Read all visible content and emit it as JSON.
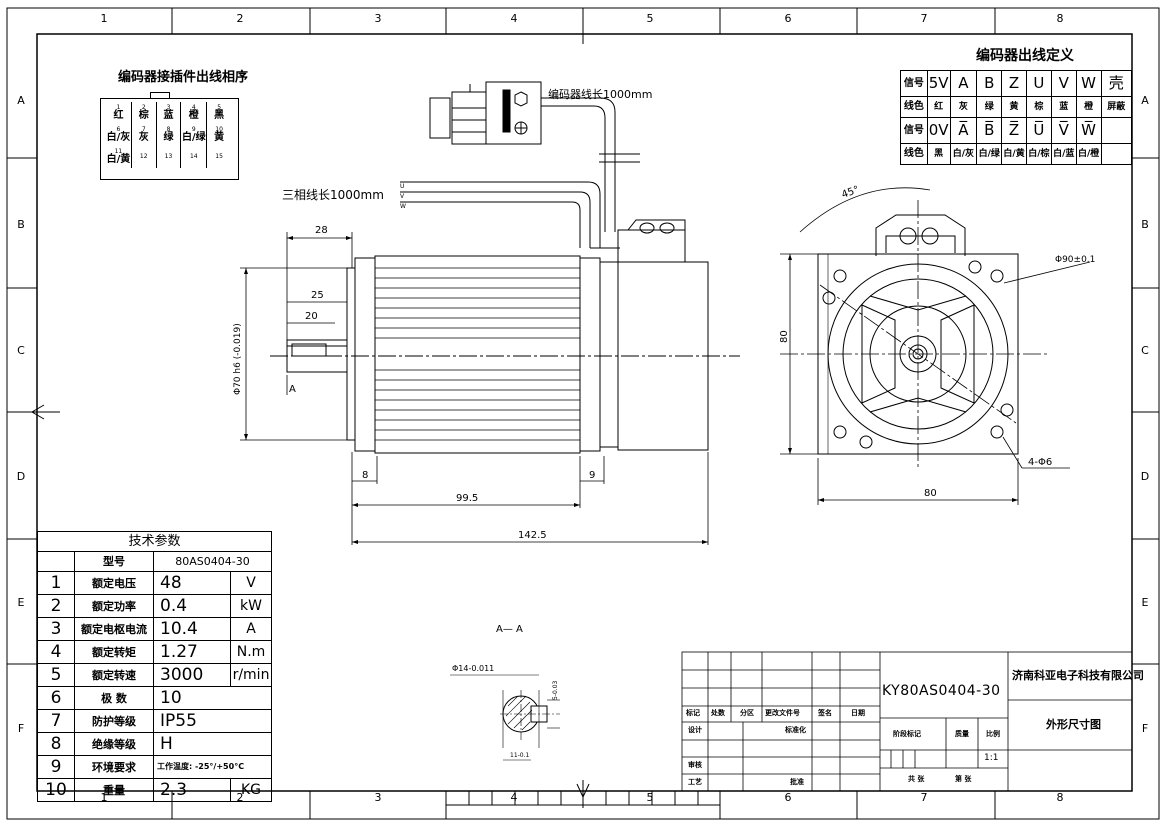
{
  "frame": {
    "col_labels": [
      "1",
      "2",
      "3",
      "4",
      "5",
      "6",
      "7",
      "8"
    ],
    "row_labels": [
      "A",
      "B",
      "C",
      "D",
      "E",
      "F"
    ]
  },
  "connector": {
    "title": "编码器接插件出线相序",
    "rows": [
      [
        {
          "n": "1",
          "c": "红"
        },
        {
          "n": "2",
          "c": "棕"
        },
        {
          "n": "3",
          "c": "蓝"
        },
        {
          "n": "4",
          "c": "橙"
        },
        {
          "n": "5",
          "c": "黑"
        }
      ],
      [
        {
          "n": "6",
          "c": "白/灰"
        },
        {
          "n": "7",
          "c": "灰"
        },
        {
          "n": "8",
          "c": "绿"
        },
        {
          "n": "9",
          "c": "白/绿"
        },
        {
          "n": "10",
          "c": "黄"
        }
      ],
      [
        {
          "n": "11",
          "c": "白/黄"
        },
        {
          "n": "12",
          "c": ""
        },
        {
          "n": "13",
          "c": ""
        },
        {
          "n": "14",
          "c": ""
        },
        {
          "n": "15",
          "c": ""
        }
      ]
    ]
  },
  "encoder_def": {
    "title": "编码器出线定义",
    "rows": [
      [
        "信号",
        "5V",
        "A",
        "B",
        "Z",
        "U",
        "V",
        "W",
        "壳"
      ],
      [
        "线色",
        "红",
        "灰",
        "绿",
        "黄",
        "棕",
        "蓝",
        "橙",
        "屏蔽"
      ],
      [
        "信号",
        "0V",
        "A̅",
        "B̅",
        "Z̅",
        "U̅",
        "V̅",
        "W̅",
        ""
      ],
      [
        "线色",
        "黑",
        "白/灰",
        "白/绿",
        "白/黄",
        "白/棕",
        "白/蓝",
        "白/橙",
        ""
      ]
    ]
  },
  "labels": {
    "encoder_cable": "编码器线长1000mm",
    "phase_cable": "三相线长1000mm",
    "section": "A— A",
    "section_mark": "A",
    "phase_letters": [
      "U",
      "V",
      "W"
    ]
  },
  "dims": {
    "d28": "28",
    "d25": "25",
    "d20": "20",
    "d70": "Φ70 h6 (-0.019)",
    "d8": "8",
    "d9": "9",
    "d99": "99.5",
    "d142": "142.5",
    "d80v": "80",
    "d80h": "80",
    "d90": "Φ90±0.1",
    "d45": "45°",
    "holes": "4-Φ6",
    "shaft": "Φ14-0.011",
    "key": "5-0.03",
    "keyh": "11-0.1"
  },
  "tech": {
    "title": "技术参数",
    "model_label": "型号",
    "model_value": "80AS0404-30",
    "rows": [
      {
        "no": "1",
        "name": "额定电压",
        "value": "48",
        "unit": "V"
      },
      {
        "no": "2",
        "name": "额定功率",
        "value": "0.4",
        "unit": "kW"
      },
      {
        "no": "3",
        "name": "额定电枢电流",
        "value": "10.4",
        "unit": "A"
      },
      {
        "no": "4",
        "name": "额定转矩",
        "value": "1.27",
        "unit": "N.m"
      },
      {
        "no": "5",
        "name": "额定转速",
        "value": "3000",
        "unit": "r/min"
      },
      {
        "no": "6",
        "name": "极 数",
        "value": "10",
        "unit": ""
      },
      {
        "no": "7",
        "name": "防护等级",
        "value": "IP55",
        "unit": ""
      },
      {
        "no": "8",
        "name": "绝缘等级",
        "value": "H",
        "unit": ""
      },
      {
        "no": "9",
        "name": "环境要求",
        "value": "工作温度: -25°/+50°C",
        "unit": ""
      },
      {
        "no": "10",
        "name": "重量",
        "value": "2.3",
        "unit": "KG"
      }
    ]
  },
  "title_block": {
    "drawing_no": "KY80AS0404-30",
    "company": "济南科亚电子科技有限公司",
    "drawing_name": "外形尺寸图",
    "scale": "1:1",
    "h_marks": [
      "标记",
      "处数",
      "分区",
      "更改文件号",
      "签名",
      "日期"
    ],
    "design": "设计",
    "standard": "标准化",
    "stage": "阶段标记",
    "mass": "质量",
    "ratio": "比例",
    "review": "审核",
    "process": "工艺",
    "approve": "批准",
    "sheets": "共  张",
    "sheet": "第  张"
  }
}
